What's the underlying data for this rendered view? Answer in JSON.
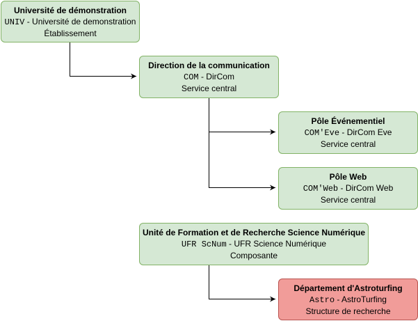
{
  "nodes": {
    "univ": {
      "title": "Université de démonstration",
      "code": "UNIV",
      "name": "Université de demonstration",
      "type": "Établissement",
      "fill": "#d5e8d4",
      "stroke": "#82b366"
    },
    "com": {
      "title": "Direction de la communication",
      "code": "COM",
      "name": "DirCom",
      "type": "Service central",
      "fill": "#d5e8d4",
      "stroke": "#82b366"
    },
    "comeve": {
      "title": "Pôle Événementiel",
      "code": "COM'Eve",
      "name": "DirCom Eve",
      "type": "Service central",
      "fill": "#d5e8d4",
      "stroke": "#82b366"
    },
    "comweb": {
      "title": "Pôle Web",
      "code": "COM'Web",
      "name": "DirCom Web",
      "type": "Service central",
      "fill": "#d5e8d4",
      "stroke": "#82b366"
    },
    "ufr": {
      "title": "Unité de Formation et de Recherche Science Numérique",
      "code": "UFR ScNum",
      "name": "UFR Science Numérique",
      "type": "Composante",
      "fill": "#d5e8d4",
      "stroke": "#82b366"
    },
    "astro": {
      "title": "Département d'Astroturfing",
      "code": "Astro",
      "name": "AstroTurfing",
      "type": "Structure de recherche",
      "fill": "#f19c99",
      "stroke": "#b85450"
    }
  },
  "separator": " - ",
  "edges": [
    {
      "from": "univ",
      "to": "com"
    },
    {
      "from": "com",
      "to": "comeve"
    },
    {
      "from": "com",
      "to": "comweb"
    },
    {
      "from": "ufr",
      "to": "astro"
    }
  ]
}
